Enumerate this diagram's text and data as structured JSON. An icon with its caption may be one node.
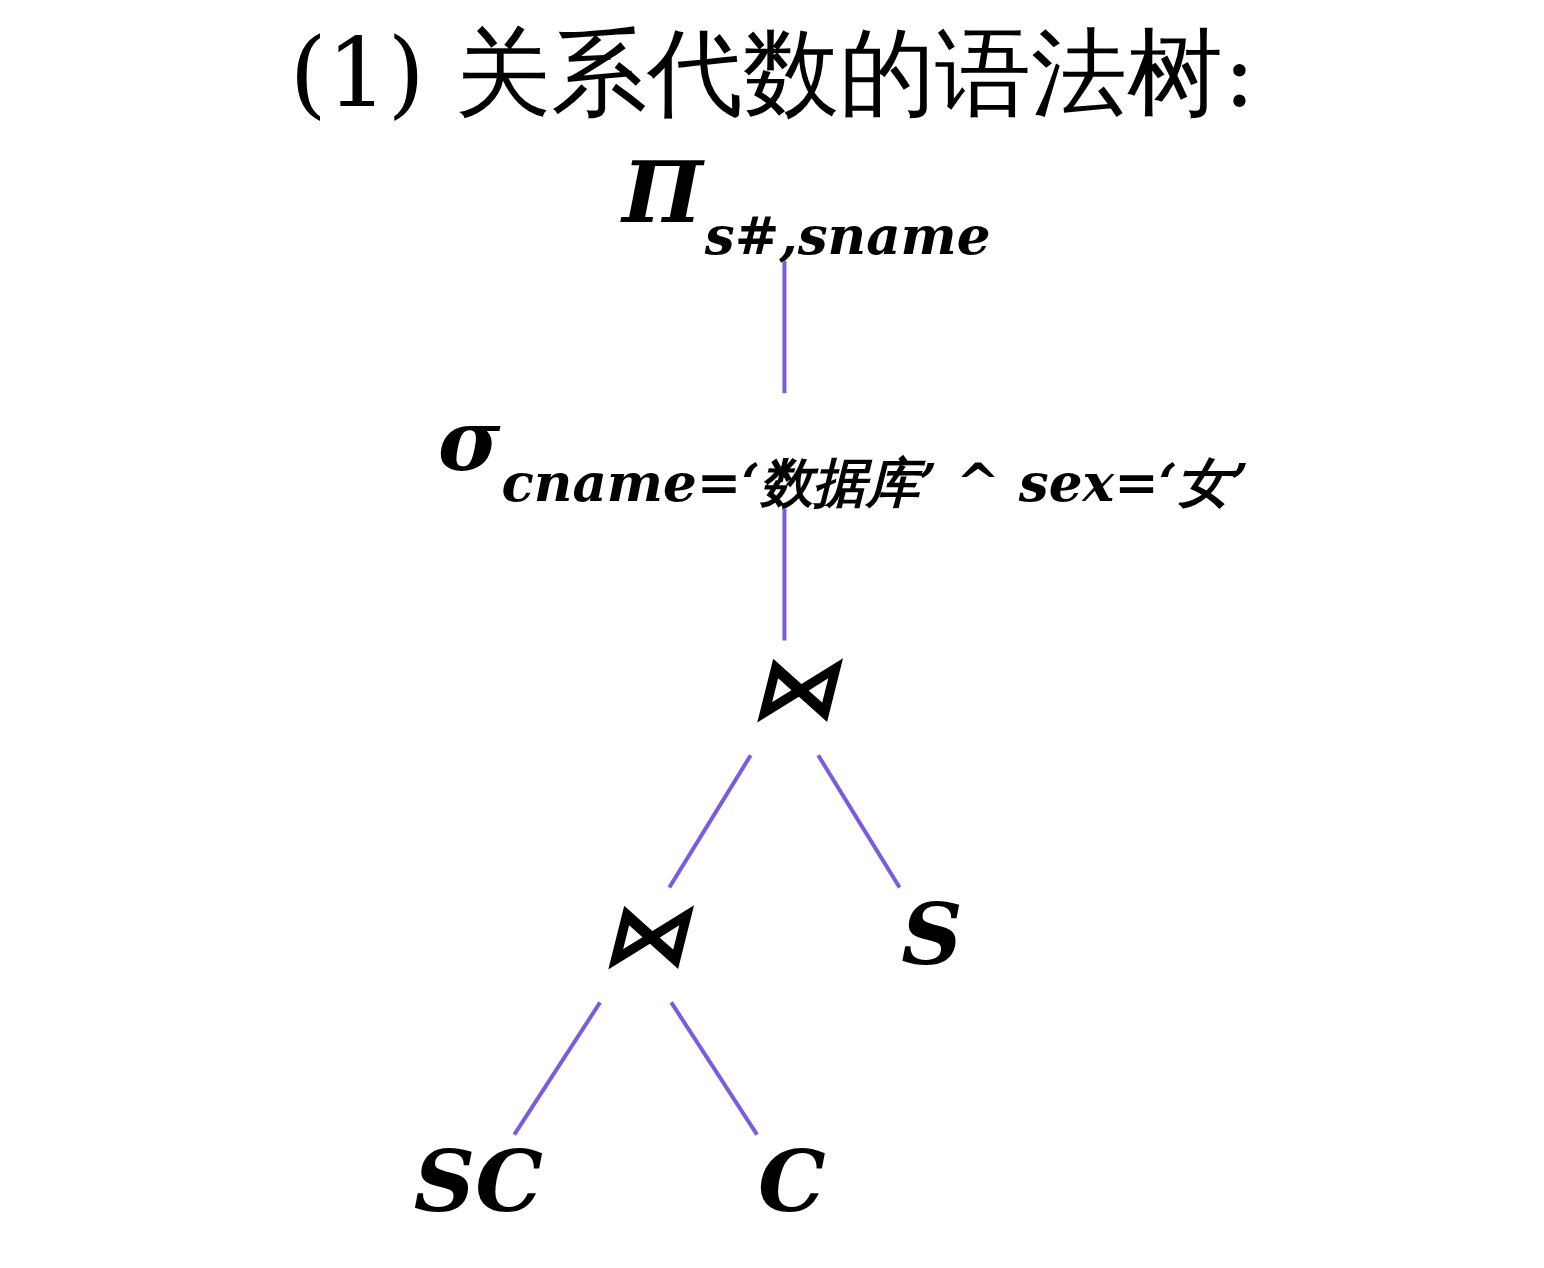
{
  "diagram": {
    "title": "(1) 关系代数的语法树:",
    "nodes": [
      {
        "text": [
          "Π$_{s#,sname}$"
        ]
      },
      {
        "text": [
          "σ$_{cname=‘数据库’ ^ sex=‘女’}$"
        ]
      },
      {
        "text": [
          "⋈"
        ]
      },
      {
        "text": [
          "⋈"
        ]
      },
      {
        "text": [
          "S"
        ]
      },
      {
        "text": [
          "SC"
        ]
      },
      {
        "text": [
          "C"
        ]
      }
    ],
    "edges": [
      {
        "from": 0,
        "to": 1,
        "arrow": "none"
      },
      {
        "from": 1,
        "to": 2,
        "arrow": "none"
      },
      {
        "from": 2,
        "to": 3,
        "arrow": "none"
      },
      {
        "from": 2,
        "to": 4,
        "arrow": "none"
      },
      {
        "from": 3,
        "to": 5,
        "arrow": "none"
      },
      {
        "from": 3,
        "to": 6,
        "arrow": "none"
      }
    ]
  }
}
